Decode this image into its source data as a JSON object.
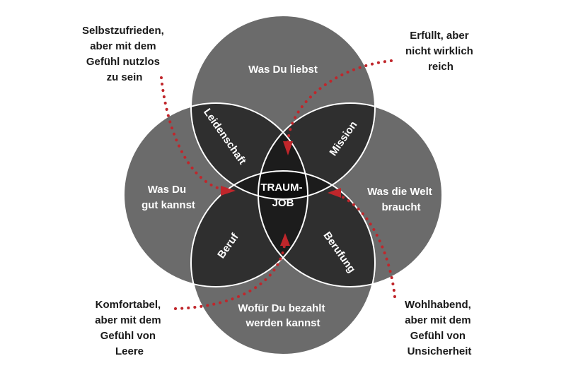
{
  "colors": {
    "circle_fill": "#6b6b6b",
    "pair_overlap": "#2f2f2f",
    "triple_overlap": "#1c1c1c",
    "center": "#0f0f0f",
    "outline": "#ffffff",
    "accent_dots": "#c0262b"
  },
  "circles": {
    "top": {
      "lines": [
        "Was Du liebst"
      ]
    },
    "left": {
      "lines": [
        "Was Du",
        "gut kannst"
      ]
    },
    "right": {
      "lines": [
        "Was die Welt",
        "braucht"
      ]
    },
    "bottom": {
      "lines": [
        "Wofür Du bezahlt",
        "werden kannst"
      ]
    }
  },
  "overlaps": {
    "top_left": "Leidenschaft",
    "top_right": "Mission",
    "bottom_left": "Beruf",
    "bottom_right": "Berufung"
  },
  "center": {
    "lines": [
      "TRAUM-",
      "JOB"
    ]
  },
  "callouts": {
    "top_left": {
      "lines": [
        "Selbstzufrieden,",
        "aber mit dem",
        "Gefühl nutzlos",
        "zu sein"
      ]
    },
    "top_right": {
      "lines": [
        "Erfüllt, aber",
        "nicht wirklich",
        "reich"
      ]
    },
    "bottom_left": {
      "lines": [
        "Komfortabel,",
        "aber mit dem",
        "Gefühl von",
        "Leere"
      ]
    },
    "bottom_right": {
      "lines": [
        "Wohlhabend,",
        "aber mit dem",
        "Gefühl von",
        "Unsicherheit"
      ]
    }
  }
}
